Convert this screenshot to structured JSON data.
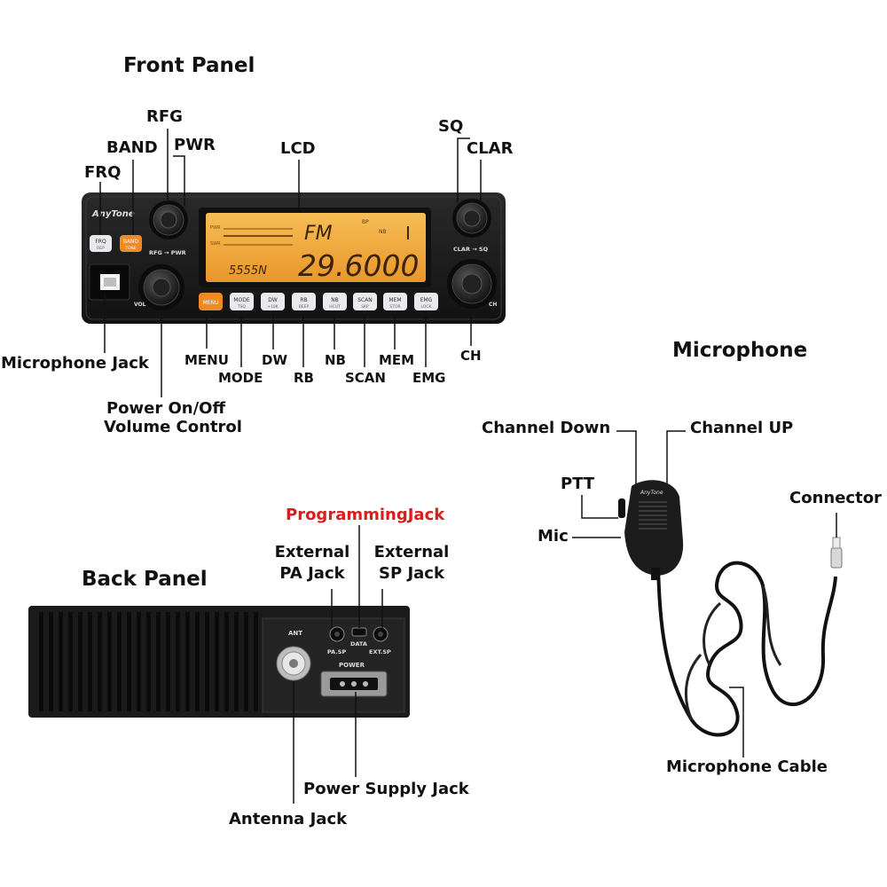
{
  "sections": {
    "front_panel": "Front Panel",
    "microphone": "Microphone",
    "back_panel": "Back Panel"
  },
  "front_labels": {
    "rfg": "RFG",
    "band": "BAND",
    "pwr": "PWR",
    "frq": "FRQ",
    "lcd": "LCD",
    "sq": "SQ",
    "clar": "CLAR",
    "microphone_jack": "Microphone Jack",
    "menu": "MENU",
    "mode": "MODE",
    "dw": "DW",
    "rb": "RB",
    "nb": "NB",
    "scan": "SCAN",
    "mem": "MEM",
    "emg": "EMG",
    "ch": "CH",
    "power_volume_line1": "Power On/Off",
    "power_volume_line2": "Volume Control"
  },
  "radio_face": {
    "brand": "AnyTone",
    "lcd_mode": "FM",
    "lcd_freq": "29.6000",
    "lcd_small_left": "5555N",
    "lcd_bp": "BP",
    "lcd_nb": "NB",
    "lcd_bar": "I",
    "meter_top": "PWR",
    "meter_bottom": "SWR",
    "rfg_pwr_text": "RFG → PWR",
    "clar_sq_text": "CLAR → SQ",
    "vol_text": "VOL",
    "ch_text": "CH",
    "frq_btn": "FRQ",
    "frq_btn_sub": "REP",
    "band_btn": "BAND",
    "band_btn_sub": "TONE",
    "buttons": [
      {
        "top": "MENU",
        "sub": ""
      },
      {
        "top": "MODE",
        "sub": "TSQ"
      },
      {
        "top": "DW",
        "sub": "+10K"
      },
      {
        "top": "RB",
        "sub": "BEEP"
      },
      {
        "top": "NB",
        "sub": "HCUT"
      },
      {
        "top": "SCAN",
        "sub": "SKP"
      },
      {
        "top": "MEM",
        "sub": "STOR"
      },
      {
        "top": "EMG",
        "sub": "LOCK"
      }
    ]
  },
  "back_labels": {
    "programming_jack": "ProgrammingJack",
    "external_pa_line1": "External",
    "external_pa_line2": "PA Jack",
    "external_sp_line1": "External",
    "external_sp_line2": "SP Jack",
    "power_supply_jack": "Power Supply Jack",
    "antenna_jack": "Antenna Jack"
  },
  "back_face": {
    "ant": "ANT",
    "pa_sp": "PA.SP",
    "data": "DATA",
    "ext_sp": "EXT.SP",
    "power": "POWER"
  },
  "mic_labels": {
    "channel_down": "Channel Down",
    "channel_up": "Channel UP",
    "ptt": "PTT",
    "mic": "Mic",
    "connector": "Connector",
    "microphone_cable": "Microphone Cable"
  },
  "mic_face": {
    "brand": "AnyTone"
  },
  "colors": {
    "programming_jack_label": "#d81e1e",
    "lcd_background": "#f2a93a",
    "menu_button": "#f08a24",
    "band_button": "#f08a24",
    "radio_body": "#1c1c1c"
  }
}
